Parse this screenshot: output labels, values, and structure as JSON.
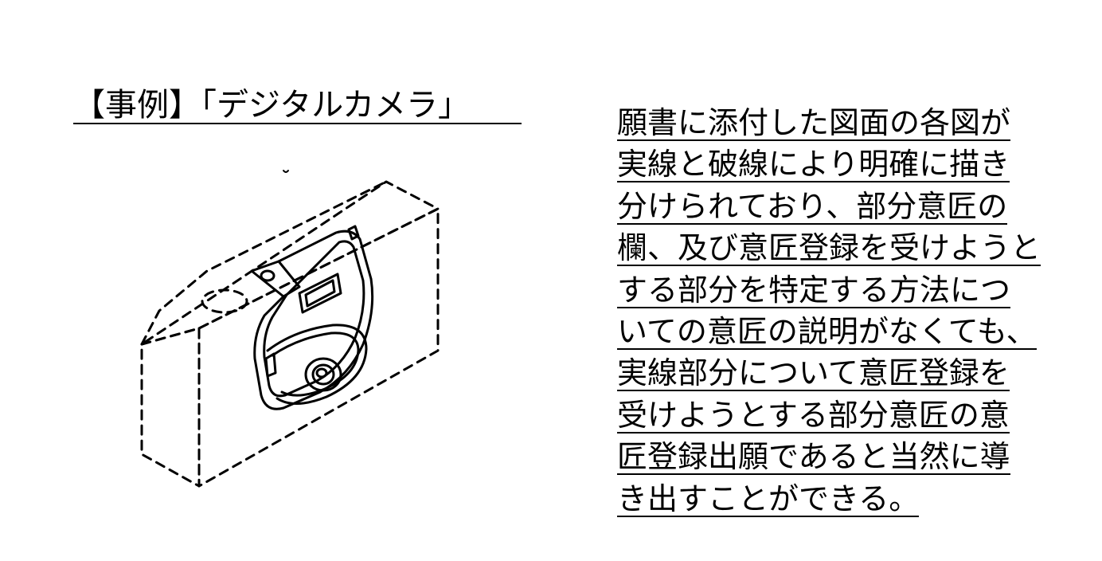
{
  "title": "【事例】「デジタルカメラ」",
  "figure": {
    "icon": "camera-partial-design-drawing"
  },
  "description_lines": [
    "願書に添付した図面の各図が",
    "実線と破線により明確に描き",
    "分けられており、部分意匠の",
    "欄、及び意匠登録を受けようと",
    "する部分を特定する方法につ",
    "いての意匠の説明がなくても、",
    "実線部分について意匠登録を",
    "受けようとする部分意匠の意",
    "匠登録出願であると当然に導",
    "き出すことができる。"
  ]
}
